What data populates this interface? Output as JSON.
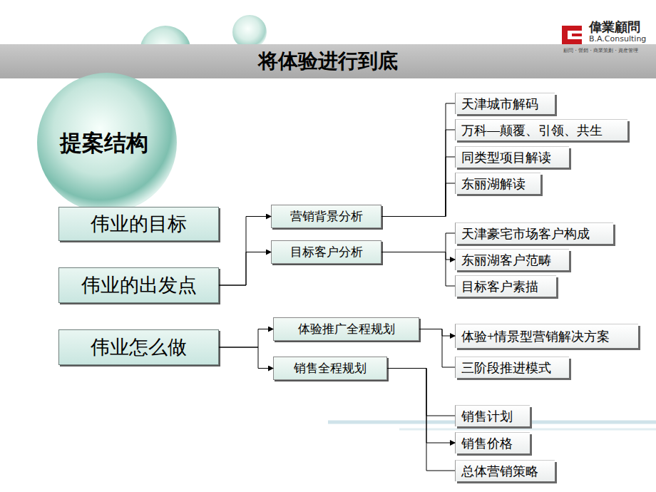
{
  "diagram": {
    "title": "将体验进行到底",
    "nodes": [
      {
        "text": [
          "伟业的目标"
        ]
      },
      {
        "text": [
          "伟业的出发点"
        ]
      },
      {
        "text": [
          "伟业怎么做"
        ]
      },
      {
        "text": [
          "营销背景分析"
        ]
      },
      {
        "text": [
          "目标客户分析"
        ]
      },
      {
        "text": [
          "体验推广全程规划"
        ]
      },
      {
        "text": [
          "销售全程规划"
        ]
      },
      {
        "text": [
          "天津城市解码"
        ]
      },
      {
        "text": [
          "万科—颠覆、引领、共生"
        ]
      },
      {
        "text": [
          "同类型项目解读"
        ]
      },
      {
        "text": [
          "东丽湖解读"
        ]
      },
      {
        "text": [
          "天津豪宅市场客户构成"
        ]
      },
      {
        "text": [
          "东丽湖客户范畴"
        ]
      },
      {
        "text": [
          "目标客户素描"
        ]
      },
      {
        "text": [
          "体验+情景型营销解决方案"
        ]
      },
      {
        "text": [
          "三阶段推进模式"
        ]
      },
      {
        "text": [
          "销售计划"
        ]
      },
      {
        "text": [
          "销售价格"
        ]
      },
      {
        "text": [
          "总体营销策略"
        ]
      }
    ],
    "edges": [
      {
        "from": 1,
        "to": 3,
        "arrow": "to"
      },
      {
        "from": 1,
        "to": 4,
        "arrow": "to"
      },
      {
        "from": 2,
        "to": 5,
        "arrow": "to"
      },
      {
        "from": 2,
        "to": 6,
        "arrow": "to"
      },
      {
        "from": 3,
        "to": 7,
        "arrow": "none"
      },
      {
        "from": 3,
        "to": 8,
        "arrow": "none"
      },
      {
        "from": 3,
        "to": 9,
        "arrow": "none"
      },
      {
        "from": 3,
        "to": 10,
        "arrow": "none"
      },
      {
        "from": 4,
        "to": 11,
        "arrow": "none"
      },
      {
        "from": 4,
        "to": 12,
        "arrow": "to"
      },
      {
        "from": 4,
        "to": 13,
        "arrow": "none"
      },
      {
        "from": 5,
        "to": 14,
        "arrow": "to"
      },
      {
        "from": 5,
        "to": 15,
        "arrow": "none"
      },
      {
        "from": 6,
        "to": 16,
        "arrow": "none"
      },
      {
        "from": 6,
        "to": 17,
        "arrow": "to"
      },
      {
        "from": 6,
        "to": 18,
        "arrow": "none"
      }
    ],
    "labels": [
      "提案结构",
      "偉業顧問",
      "B.A.Consulting",
      "顧問・營銷・商業策劃・資産管理"
    ]
  }
}
